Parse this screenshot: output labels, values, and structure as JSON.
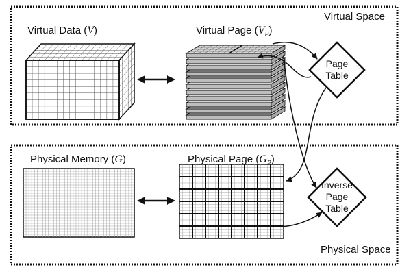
{
  "regions": {
    "virtual_space": "Virtual Space",
    "physical_space": "Physical Space"
  },
  "labels": {
    "virtual_data": {
      "text": "Virtual Data (",
      "symbol": "V",
      "close": ")"
    },
    "virtual_page": {
      "text": "Virtual Page (",
      "symbol": "V",
      "sub": "P",
      "close": ")"
    },
    "physical_memory": {
      "text": "Physical Memory (",
      "symbol": "G",
      "close": ")"
    },
    "physical_page": {
      "text": "Physical Page (",
      "symbol": "G",
      "sub": "P",
      "close": ")"
    }
  },
  "tables": {
    "page_table": {
      "line1": "Page",
      "line2": "Table"
    },
    "inverse_page_table": {
      "line1": "Inverse",
      "line2": "Page",
      "line3": "Table"
    }
  },
  "colors": {
    "stroke": "#111111",
    "fill_light": "#ffffff",
    "grid": "#555555",
    "page_fill": "#d4d4d4"
  }
}
